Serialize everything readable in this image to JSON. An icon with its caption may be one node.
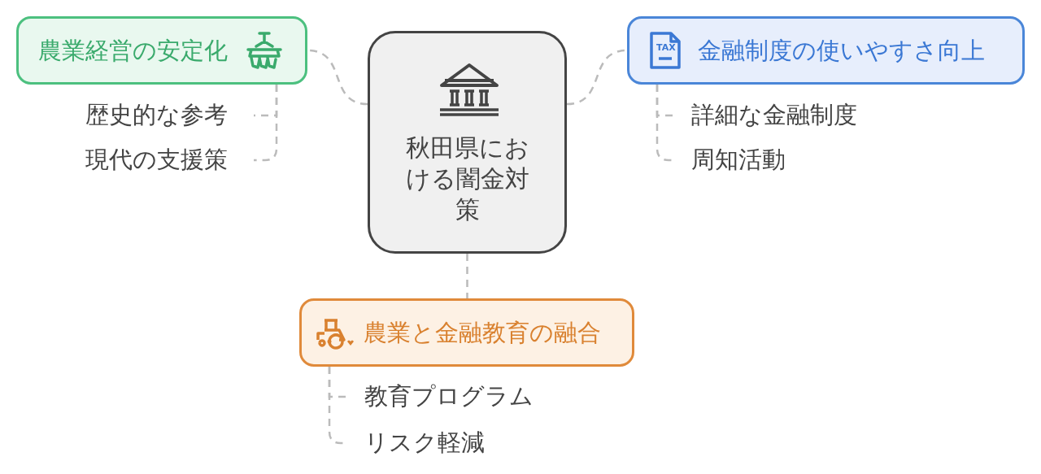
{
  "diagram": {
    "nodes": [
      {
        "text": [
          "秋田県における闇金対策"
        ]
      },
      {
        "text": [
          "農業経営の安定化"
        ]
      },
      {
        "text": [
          "歴史的な参考"
        ]
      },
      {
        "text": [
          "現代の支援策"
        ]
      },
      {
        "text": [
          "金融制度の使いやすさ向上"
        ]
      },
      {
        "text": [
          "詳細な金融制度"
        ]
      },
      {
        "text": [
          "周知活動"
        ]
      },
      {
        "text": [
          "農業と金融教育の融合"
        ]
      },
      {
        "text": [
          "教育プログラム"
        ]
      },
      {
        "text": [
          "リスク軽減"
        ]
      }
    ],
    "edges": [
      {
        "from": 0,
        "to": 1,
        "arrow": "none"
      },
      {
        "from": 1,
        "to": 2,
        "arrow": "none"
      },
      {
        "from": 1,
        "to": 3,
        "arrow": "none"
      },
      {
        "from": 0,
        "to": 4,
        "arrow": "none"
      },
      {
        "from": 4,
        "to": 5,
        "arrow": "none"
      },
      {
        "from": 4,
        "to": 6,
        "arrow": "none"
      },
      {
        "from": 0,
        "to": 7,
        "arrow": "none"
      },
      {
        "from": 7,
        "to": 8,
        "arrow": "none"
      },
      {
        "from": 7,
        "to": 9,
        "arrow": "none"
      }
    ],
    "labels": [
      "TAX"
    ]
  }
}
